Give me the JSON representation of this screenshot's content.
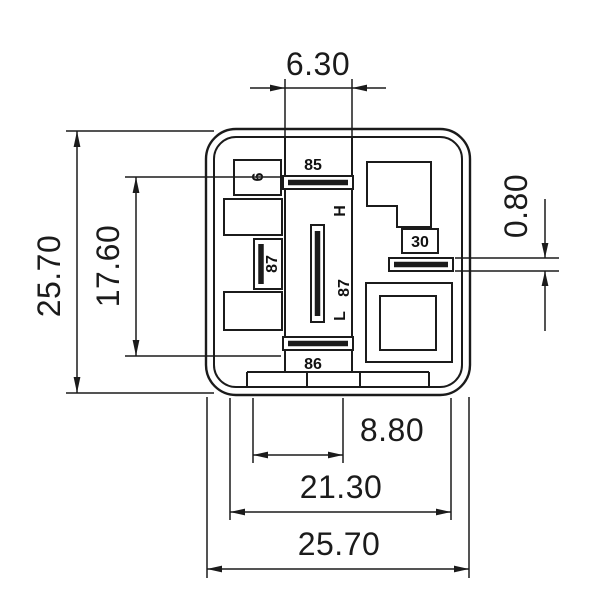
{
  "dimensions": {
    "top_slot_width": "6.30",
    "terminal_thickness": "0.80",
    "overall_height": "25.70",
    "slot_span_height": "17.60",
    "terminal_offset": "8.80",
    "terminal_span": "21.30",
    "overall_width": "25.70"
  },
  "terminals": {
    "coil_a": "85",
    "coil_b": "86",
    "no_left": "87",
    "no_center": "87",
    "common": "30",
    "marker_h": "H",
    "marker_l": "L",
    "marker_6": "6"
  },
  "colors": {
    "line": "#1b1b1b",
    "label": "#111111",
    "background": "#ffffff"
  }
}
